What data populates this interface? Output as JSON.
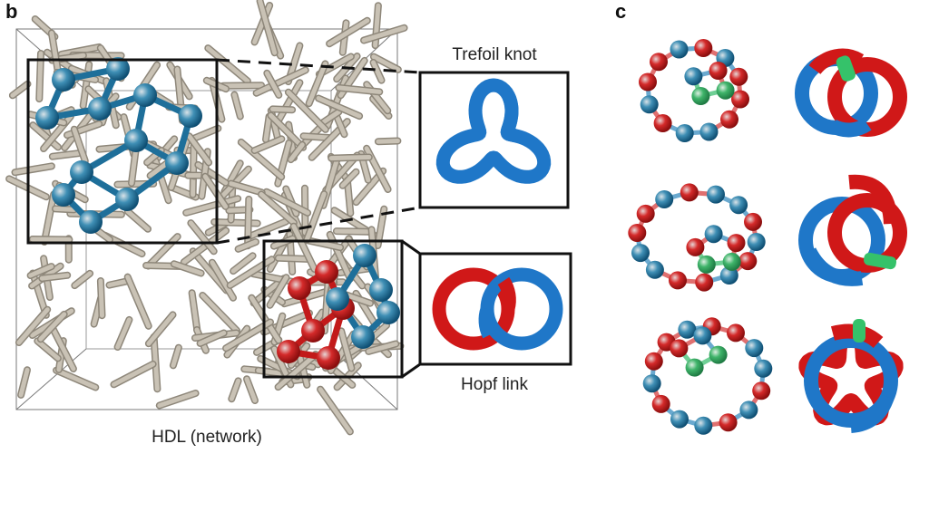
{
  "panels": {
    "b": {
      "letter": "b",
      "network_label": "HDL (network)",
      "trefoil_label": "Trefoil knot",
      "hopf_label": "Hopf link"
    },
    "c": {
      "letter": "c"
    }
  },
  "colors": {
    "rod": "#b9b1a3",
    "rod_dark": "#8e877a",
    "blue": "#1f77c8",
    "teal_blue": "#1e6f9a",
    "red": "#d01818",
    "green": "#35c26a",
    "frame": "#111111",
    "cube_edge": "#6b6b6b"
  },
  "icons": {
    "network": "amorphous-network-illustration",
    "trefoil": "trefoil-knot-tube",
    "hopf": "hopf-link-rings"
  }
}
